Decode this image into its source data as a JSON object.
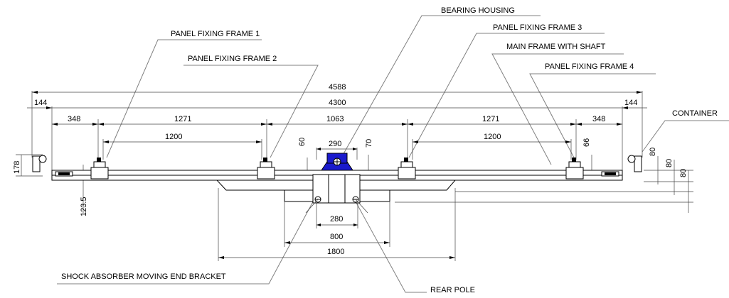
{
  "labels": {
    "bearing_housing": "BEARING HOUSING",
    "panel_frame_1": "PANEL FIXING FRAME 1",
    "panel_frame_2": "PANEL FIXING FRAME 2",
    "panel_frame_3": "PANEL FIXING FRAME 3",
    "panel_frame_4": "PANEL FIXING FRAME 4",
    "main_frame": "MAIN FRAME WITH SHAFT",
    "container": "CONTAINER",
    "shock_absorber": "SHOCK ABSORBER MOVING END BRACKET",
    "rear_pole": "REAR POLE"
  },
  "dimensions": {
    "overall": "4588",
    "inner": "4300",
    "end_left": "144",
    "end_right": "144",
    "seg_348_left": "348",
    "seg_1271_left": "1271",
    "seg_1063": "1063",
    "seg_1271_right": "1271",
    "seg_348_right": "348",
    "span_1200_left": "1200",
    "span_1200_right": "1200",
    "hub_290": "290",
    "h_60": "60",
    "h_70": "70",
    "h_66": "66",
    "h_178": "178",
    "h_123_5": "123.5",
    "r_80_a": "80",
    "r_80_b": "80",
    "r_80_c": "80",
    "b_280": "280",
    "b_800": "800",
    "b_1800": "1800"
  },
  "colors": {
    "bearing_housing": "#1a1acc",
    "lines": "#000000",
    "leaders": "#808080"
  }
}
